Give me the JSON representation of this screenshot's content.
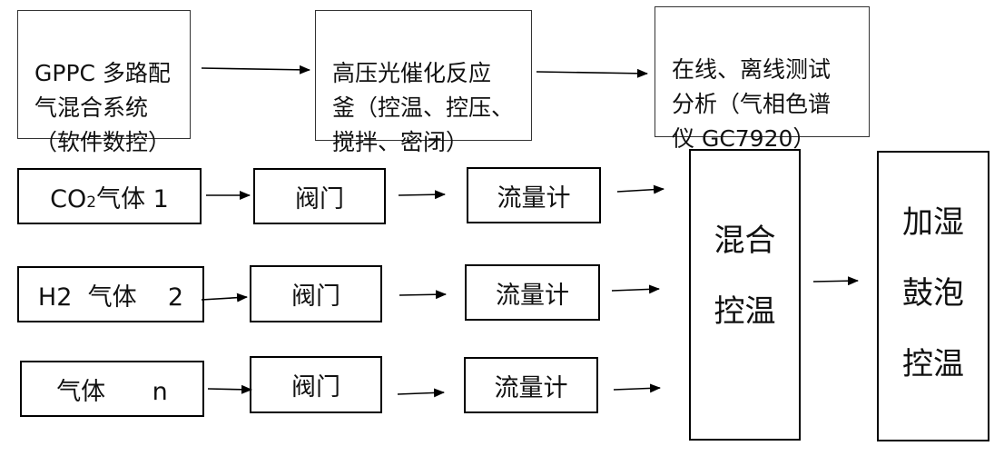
{
  "top_row": {
    "gas_system": "GPPC 多路配\n气混合系统\n（软件数控）",
    "reactor": "高压光催化反应\n釜（控温、控压、\n搅拌、密闭）",
    "analysis": "在线、离线测试\n分析（气相色谱\n仪 GC7920）"
  },
  "gases": [
    {
      "label_main": "CO",
      "label_sub": "2",
      "label_rest": "气体  1"
    },
    {
      "label_main": "H2  气体    2",
      "label_sub": "",
      "label_rest": ""
    },
    {
      "label_main": "气体      n",
      "label_sub": "",
      "label_rest": ""
    }
  ],
  "valve_label": "阀门",
  "flowmeter_label": "流量计",
  "mix_label": "混合\n控温",
  "humidify_label": "加湿\n鼓泡\n控温"
}
